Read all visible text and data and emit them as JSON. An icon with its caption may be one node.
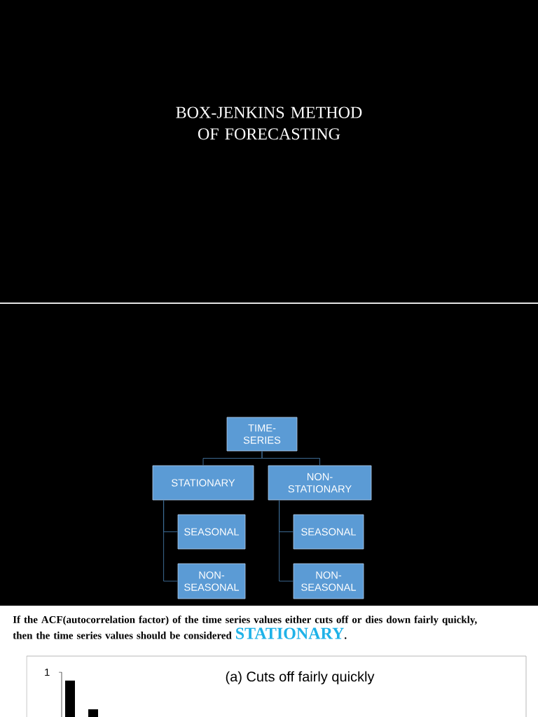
{
  "diagram": {
    "title": "BOX-JENKINS METHOD OF FORECASTING",
    "nodes": [
      {
        "text": [
          "TIME-SERIES"
        ]
      },
      {
        "text": [
          "STATIONARY"
        ]
      },
      {
        "text": [
          "NON-STATIONARY"
        ]
      },
      {
        "text": [
          "SEASONAL"
        ]
      },
      {
        "text": [
          "NON-SEASONAL"
        ]
      },
      {
        "text": [
          "SEASONAL"
        ]
      },
      {
        "text": [
          "NON-SEASONAL"
        ]
      }
    ],
    "edges": [
      {
        "from": 0,
        "to": 1,
        "arrow": "none"
      },
      {
        "from": 0,
        "to": 2,
        "arrow": "none"
      },
      {
        "from": 1,
        "to": 3,
        "arrow": "none"
      },
      {
        "from": 1,
        "to": 4,
        "arrow": "none"
      },
      {
        "from": 2,
        "to": 5,
        "arrow": "none"
      },
      {
        "from": 2,
        "to": 6,
        "arrow": "none"
      }
    ],
    "labels": [
      "If the ACF(autocorrelation factor) of the time series values either cuts off or dies down  fairly quickly, then the time series values should be considered",
      "STATIONARY",
      ".",
      "1",
      "(a) Cuts off fairly quickly"
    ]
  }
}
